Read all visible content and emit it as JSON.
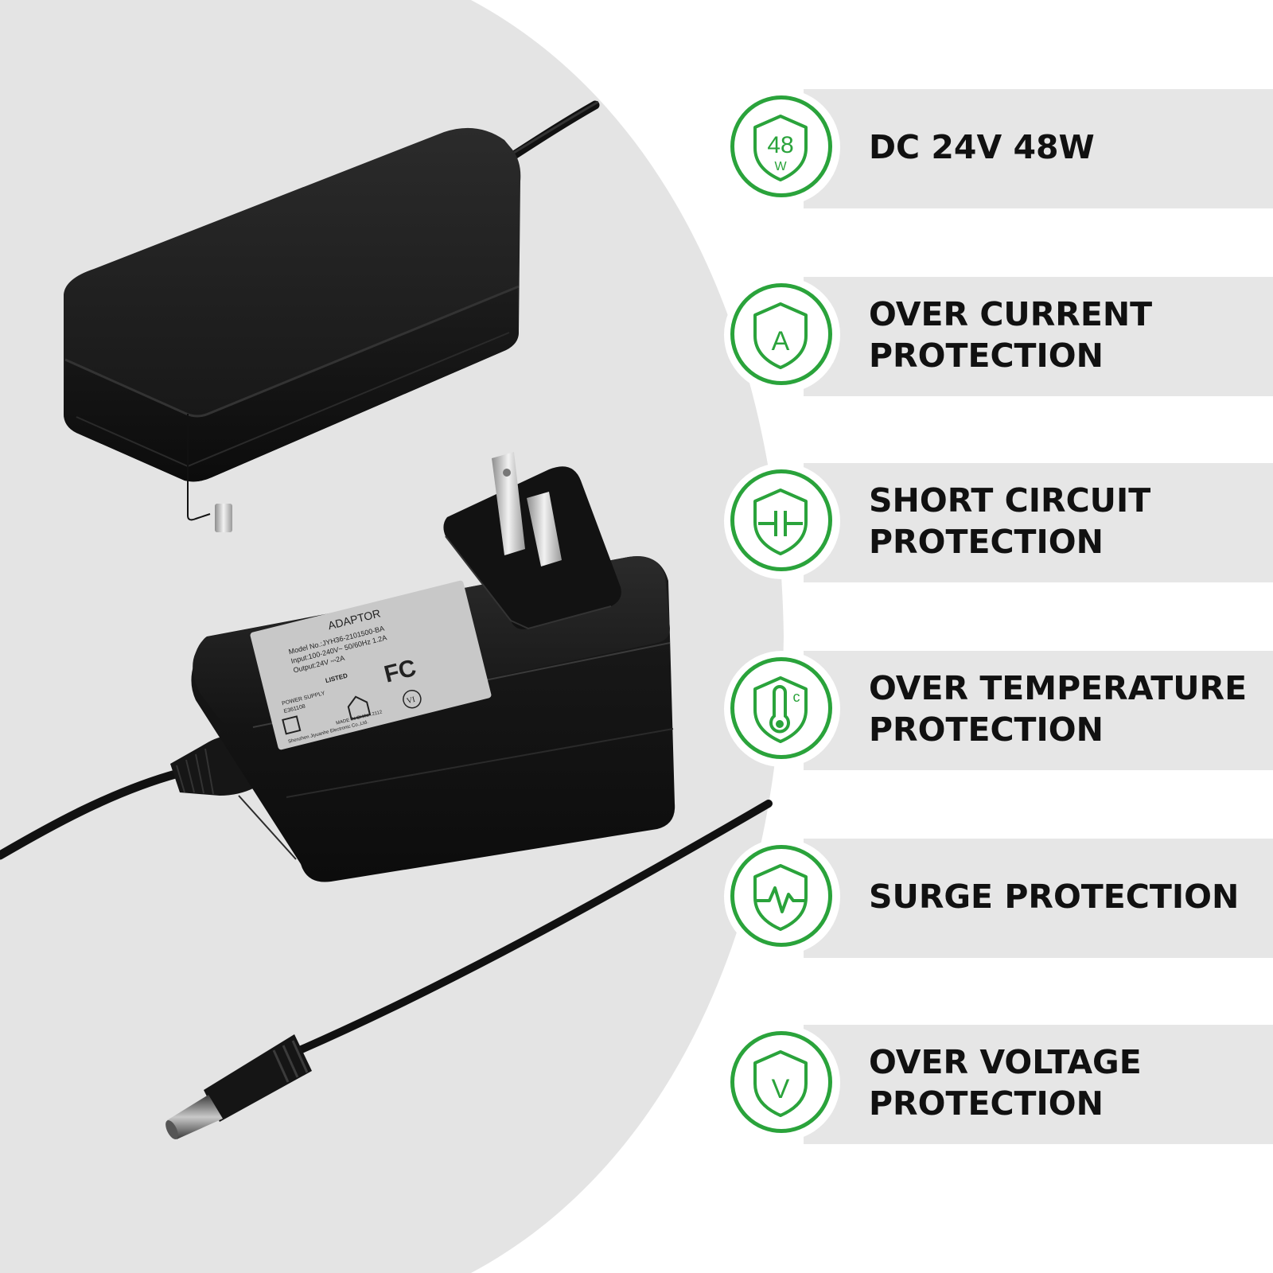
{
  "colors": {
    "accent_green": "#2aa33b",
    "band_gray": "#e6e6e6",
    "backdrop_gray": "#e4e4e4",
    "adapter_black": "#151515",
    "text": "#111111"
  },
  "product_image": {
    "adapter_label": {
      "title": "ADAPTOR",
      "model": "Model No.:JYH36-2101500-BA",
      "input": "Input:100-240V~ 50/60Hz 1.2A",
      "output": "Output:24V ⎓2A",
      "ul_mark": "LISTED",
      "power_supply": "POWER SUPPLY",
      "file_no": "E361108",
      "manufacturer": "Shenzhen Jiyuanhe Electronic Co.,Ltd.",
      "origin": "MADE IN CHINA 2112",
      "fcc_mark": "FC",
      "efficiency_mark": "VI"
    }
  },
  "features": [
    {
      "icon": "watt-shield-icon",
      "icon_text": "48",
      "icon_subtext": "W",
      "lines": [
        "DC 24V 48W"
      ]
    },
    {
      "icon": "current-shield-icon",
      "icon_text": "A",
      "lines": [
        "OVER CURRENT",
        "PROTECTION"
      ]
    },
    {
      "icon": "short-circuit-shield-icon",
      "lines": [
        "SHORT CIRCUIT",
        "PROTECTION"
      ]
    },
    {
      "icon": "thermometer-shield-icon",
      "icon_text": "c",
      "lines": [
        "OVER TEMPERATURE",
        "PROTECTION"
      ]
    },
    {
      "icon": "surge-shield-icon",
      "lines": [
        "SURGE PROTECTION"
      ]
    },
    {
      "icon": "voltage-shield-icon",
      "icon_text": "V",
      "lines": [
        "OVER VOLTAGE",
        "PROTECTION"
      ]
    }
  ]
}
